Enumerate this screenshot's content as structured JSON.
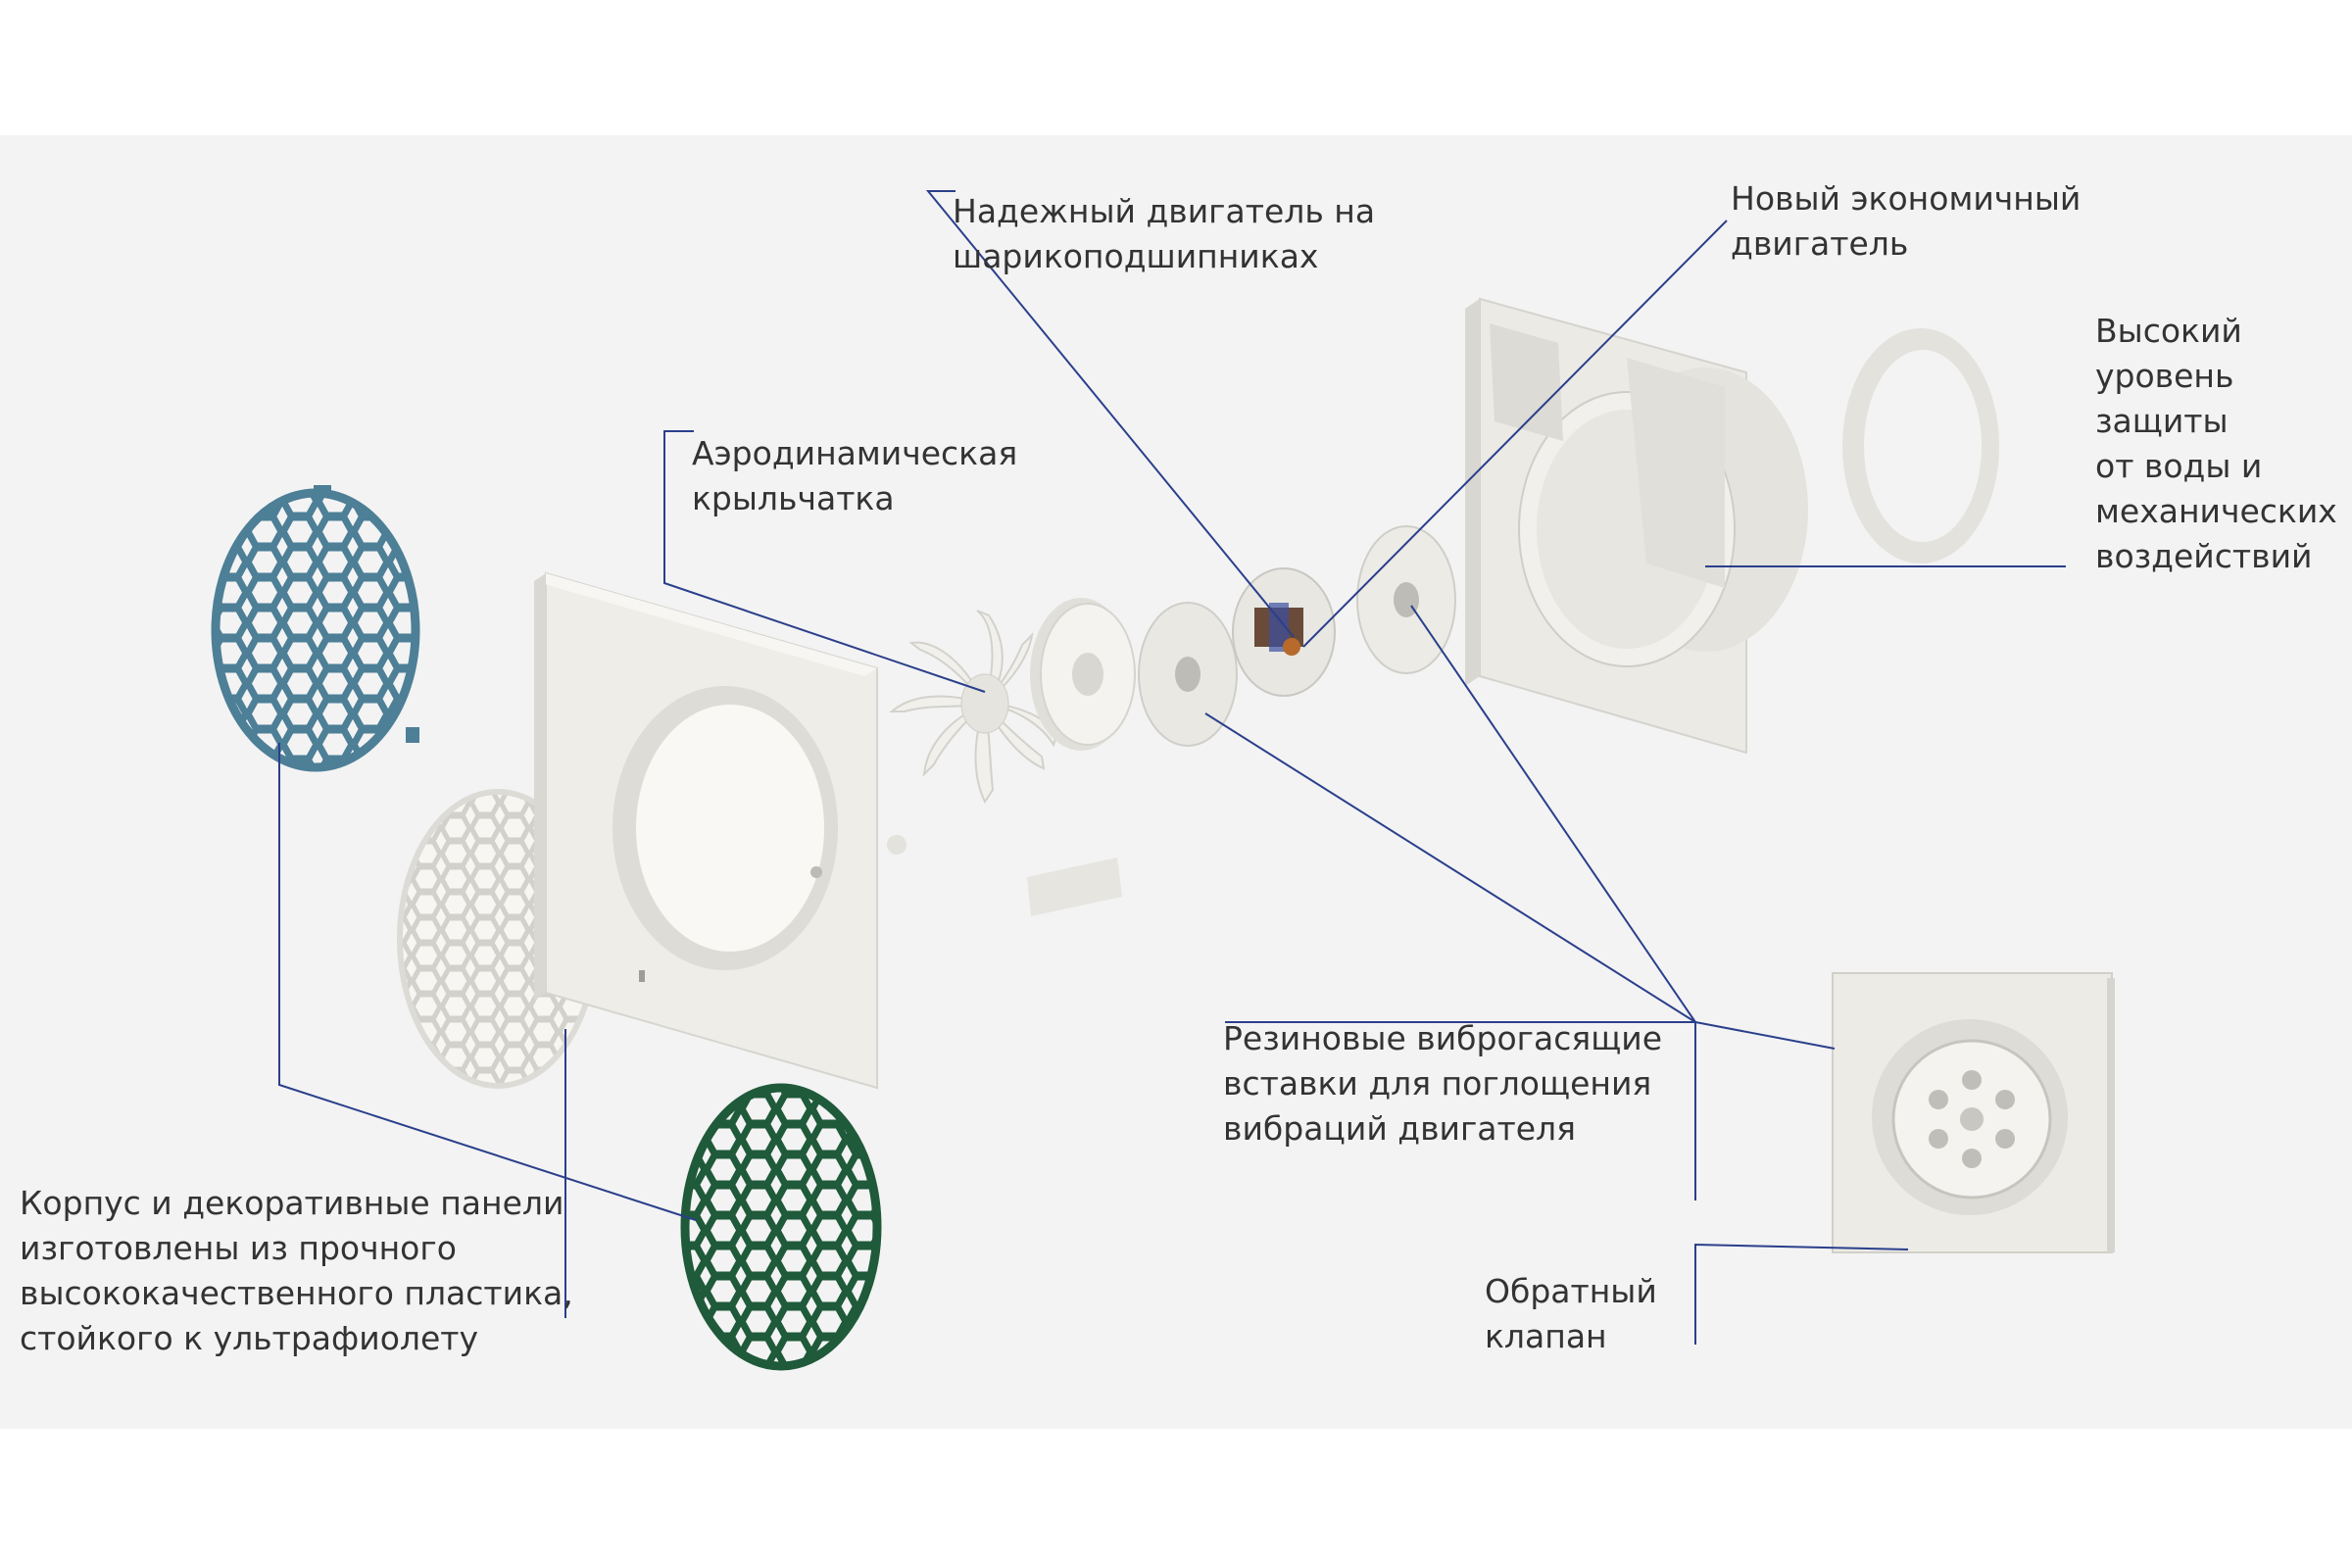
{
  "colors": {
    "background": "#ffffff",
    "panel": "#f3f3f3",
    "leader_line": "#2b3f8c",
    "label_text": "#333333",
    "grille_blue": "#4d7f97",
    "grille_green": "#1f5a3a",
    "plastic": "#ecebe6"
  },
  "labels": {
    "motor_bearings": "Надежный двигатель на\nшарикоподшипниках",
    "economy_motor": "Новый экономичный\nдвигатель",
    "protection": "Высокий\nуровень\nзащиты\nот воды и\nмеханических\nвоздействий",
    "impeller": "Аэродинамическая\nкрыльчатка",
    "rubber_inserts": "Резиновые виброгасящие\nвставки для поглощения\nвибраций двигателя",
    "housing": "Корпус и декоративные панели\nизготовлены из прочного\nвысококачественного пластика,\nстойкого к ультрафиолету",
    "check_valve": "Обратный\nклапан"
  }
}
